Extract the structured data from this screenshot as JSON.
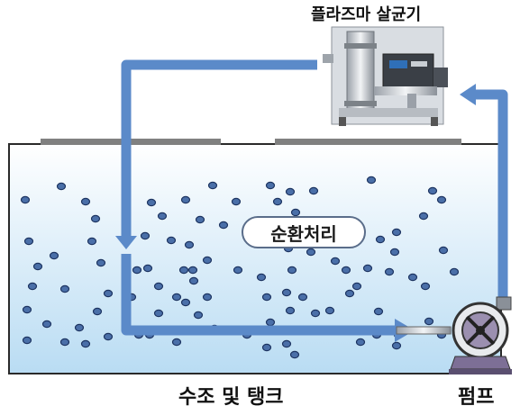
{
  "labels": {
    "device": "플라즈마 살균기",
    "tank": "수조 및 탱크",
    "pump": "펌프",
    "process": "순환처리"
  },
  "icons": {
    "device": "plasma-sterilizer-icon",
    "pump": "pump-icon",
    "bubbles": "bubble-icon"
  },
  "colors": {
    "arrow": "#5b8ac9",
    "tank_top": "#ffffff",
    "tank_bottom": "#b9dcf3",
    "bubble_fill": "#4a6fa8",
    "bubble_stroke": "#1d3461"
  }
}
